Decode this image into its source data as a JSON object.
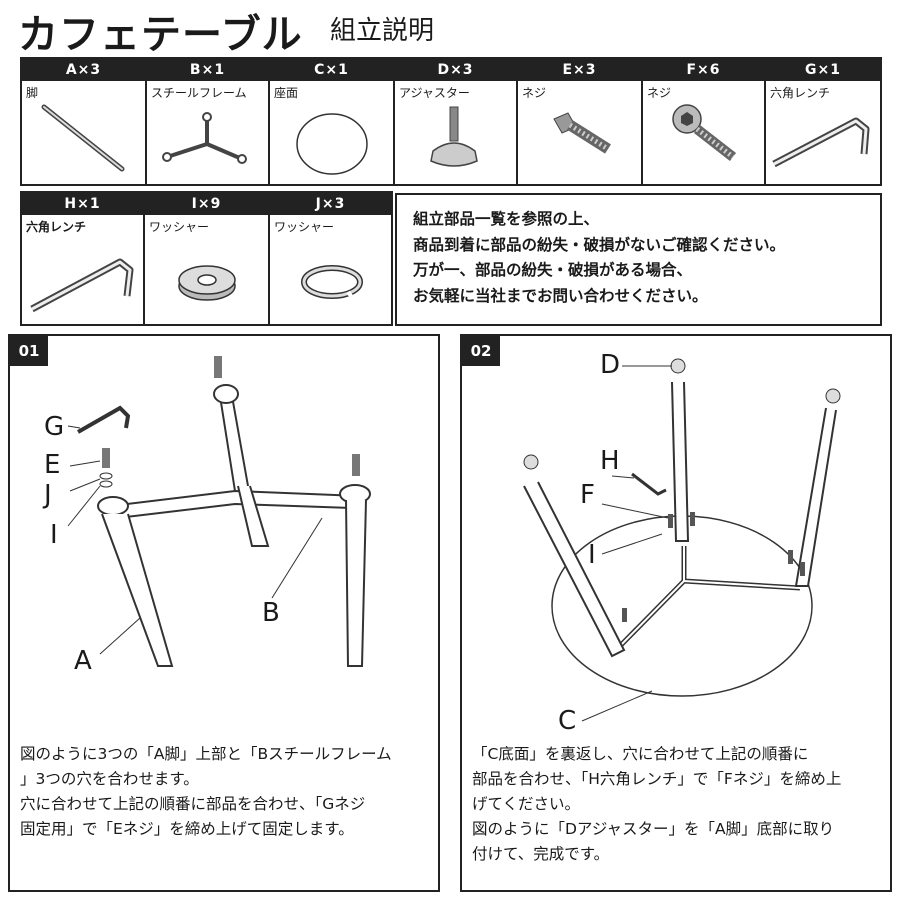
{
  "header": {
    "title": "カフェテーブル",
    "subtitle": "組立説明"
  },
  "parts": [
    {
      "code": "A×3",
      "name": "脚",
      "icon": "leg-icon"
    },
    {
      "code": "B×1",
      "name": "スチールフレーム",
      "icon": "steel-frame-icon"
    },
    {
      "code": "C×1",
      "name": "座面",
      "icon": "tabletop-icon"
    },
    {
      "code": "D×3",
      "name": "アジャスター",
      "icon": "adjuster-icon"
    },
    {
      "code": "E×3",
      "name": "ネジ",
      "icon": "bolt-icon"
    },
    {
      "code": "F×6",
      "name": "ネジ",
      "icon": "socket-screw-icon"
    },
    {
      "code": "G×1",
      "name": "六角レンチ",
      "icon": "hex-wrench-icon"
    },
    {
      "code": "H×1",
      "name": "六角レンチ",
      "icon": "hex-wrench-icon"
    },
    {
      "code": "I×9",
      "name": "ワッシャー",
      "icon": "washer-icon"
    },
    {
      "code": "J×3",
      "name": "ワッシャー",
      "icon": "spring-washer-icon"
    }
  ],
  "notice": [
    "組立部品一覧を参照の上、",
    "商品到着に部品の紛失・破損がないご確認ください。",
    "万が一、部品の紛失・破損がある場合、",
    "お気軽に当社までお問い合わせください。"
  ],
  "steps": [
    {
      "number": "01",
      "labels": [
        "G",
        "E",
        "J",
        "I",
        "A",
        "B"
      ],
      "text": [
        "図のように3つの「A脚」上部と「Bスチールフレーム",
        "」3つの穴を合わせます。",
        "穴に合わせて上記の順番に部品を合わせ、「Gネジ",
        "固定用」で「Eネジ」を締め上げて固定します。"
      ]
    },
    {
      "number": "02",
      "labels": [
        "D",
        "H",
        "F",
        "I",
        "C"
      ],
      "text": [
        "「C底面」を裏返し、穴に合わせて上記の順番に",
        "部品を合わせ、「H六角レンチ」で「Fネジ」を締め上",
        "げてください。",
        "図のように「Dアジャスター」を「A脚」底部に取り",
        "付けて、完成です。"
      ]
    }
  ]
}
